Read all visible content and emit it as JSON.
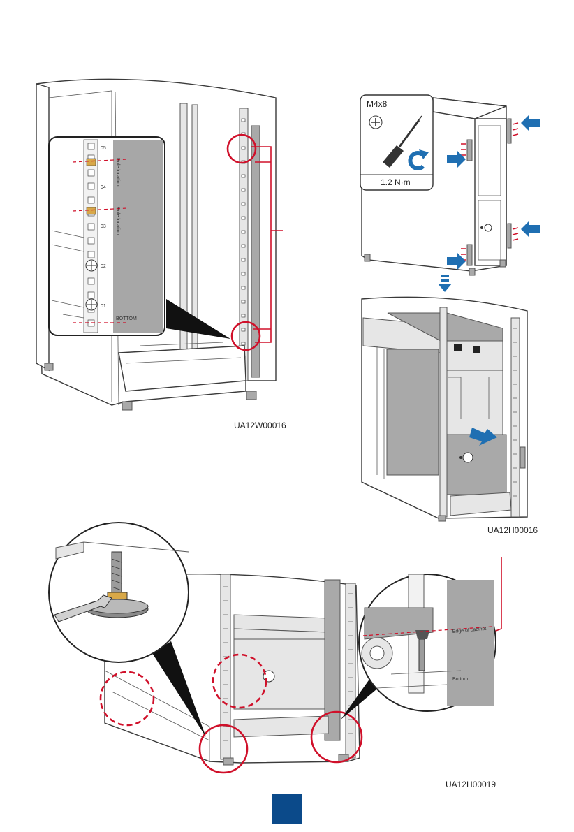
{
  "figures": {
    "fig1": {
      "label": "UA12W00016"
    },
    "fig2": {
      "label": "UA12H00016",
      "screw_spec": "M4x8",
      "torque": "1.2 N·m"
    },
    "fig3": {
      "label": "UA12H00019"
    }
  },
  "rail_markings": {
    "hole_numbers": [
      "05",
      "04",
      "03",
      "02",
      "01"
    ],
    "hole_location_text": "Hole location",
    "bottom_text": "BOTTOM"
  },
  "zoom_labels": {
    "edge_of_cabinet": "Edge of cabinet",
    "bottom": "Bottom"
  },
  "colors": {
    "callout_red": "#d0102a",
    "arrow_blue": "#1f6fb2",
    "page_badge": "#0b4a8a"
  }
}
